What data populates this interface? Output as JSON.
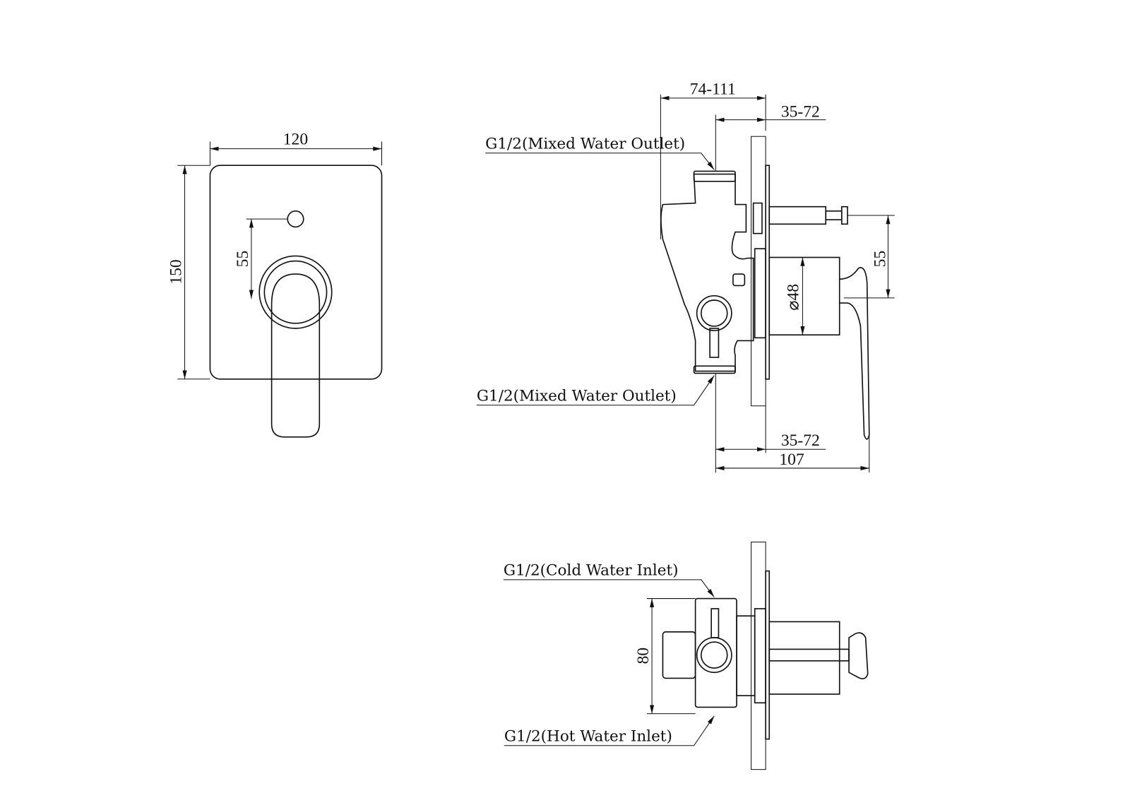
{
  "front_view": {
    "width_dim": "120",
    "height_dim": "150",
    "offset_dim": "55"
  },
  "side_view": {
    "depth_range_dim": "74-111",
    "wall_range_top_dim": "35-72",
    "wall_range_bottom_dim": "35-72",
    "total_depth_dim": "107",
    "handle_offset_dim": "55",
    "diameter_dim": "⌀48",
    "top_outlet_label": "G1/2(Mixed Water Outlet)",
    "bottom_outlet_label": "G1/2(Mixed Water Outlet)"
  },
  "top_view": {
    "height_dim": "80",
    "cold_inlet_label": "G1/2(Cold Water Inlet)",
    "hot_inlet_label": "G1/2(Hot Water Inlet)"
  }
}
